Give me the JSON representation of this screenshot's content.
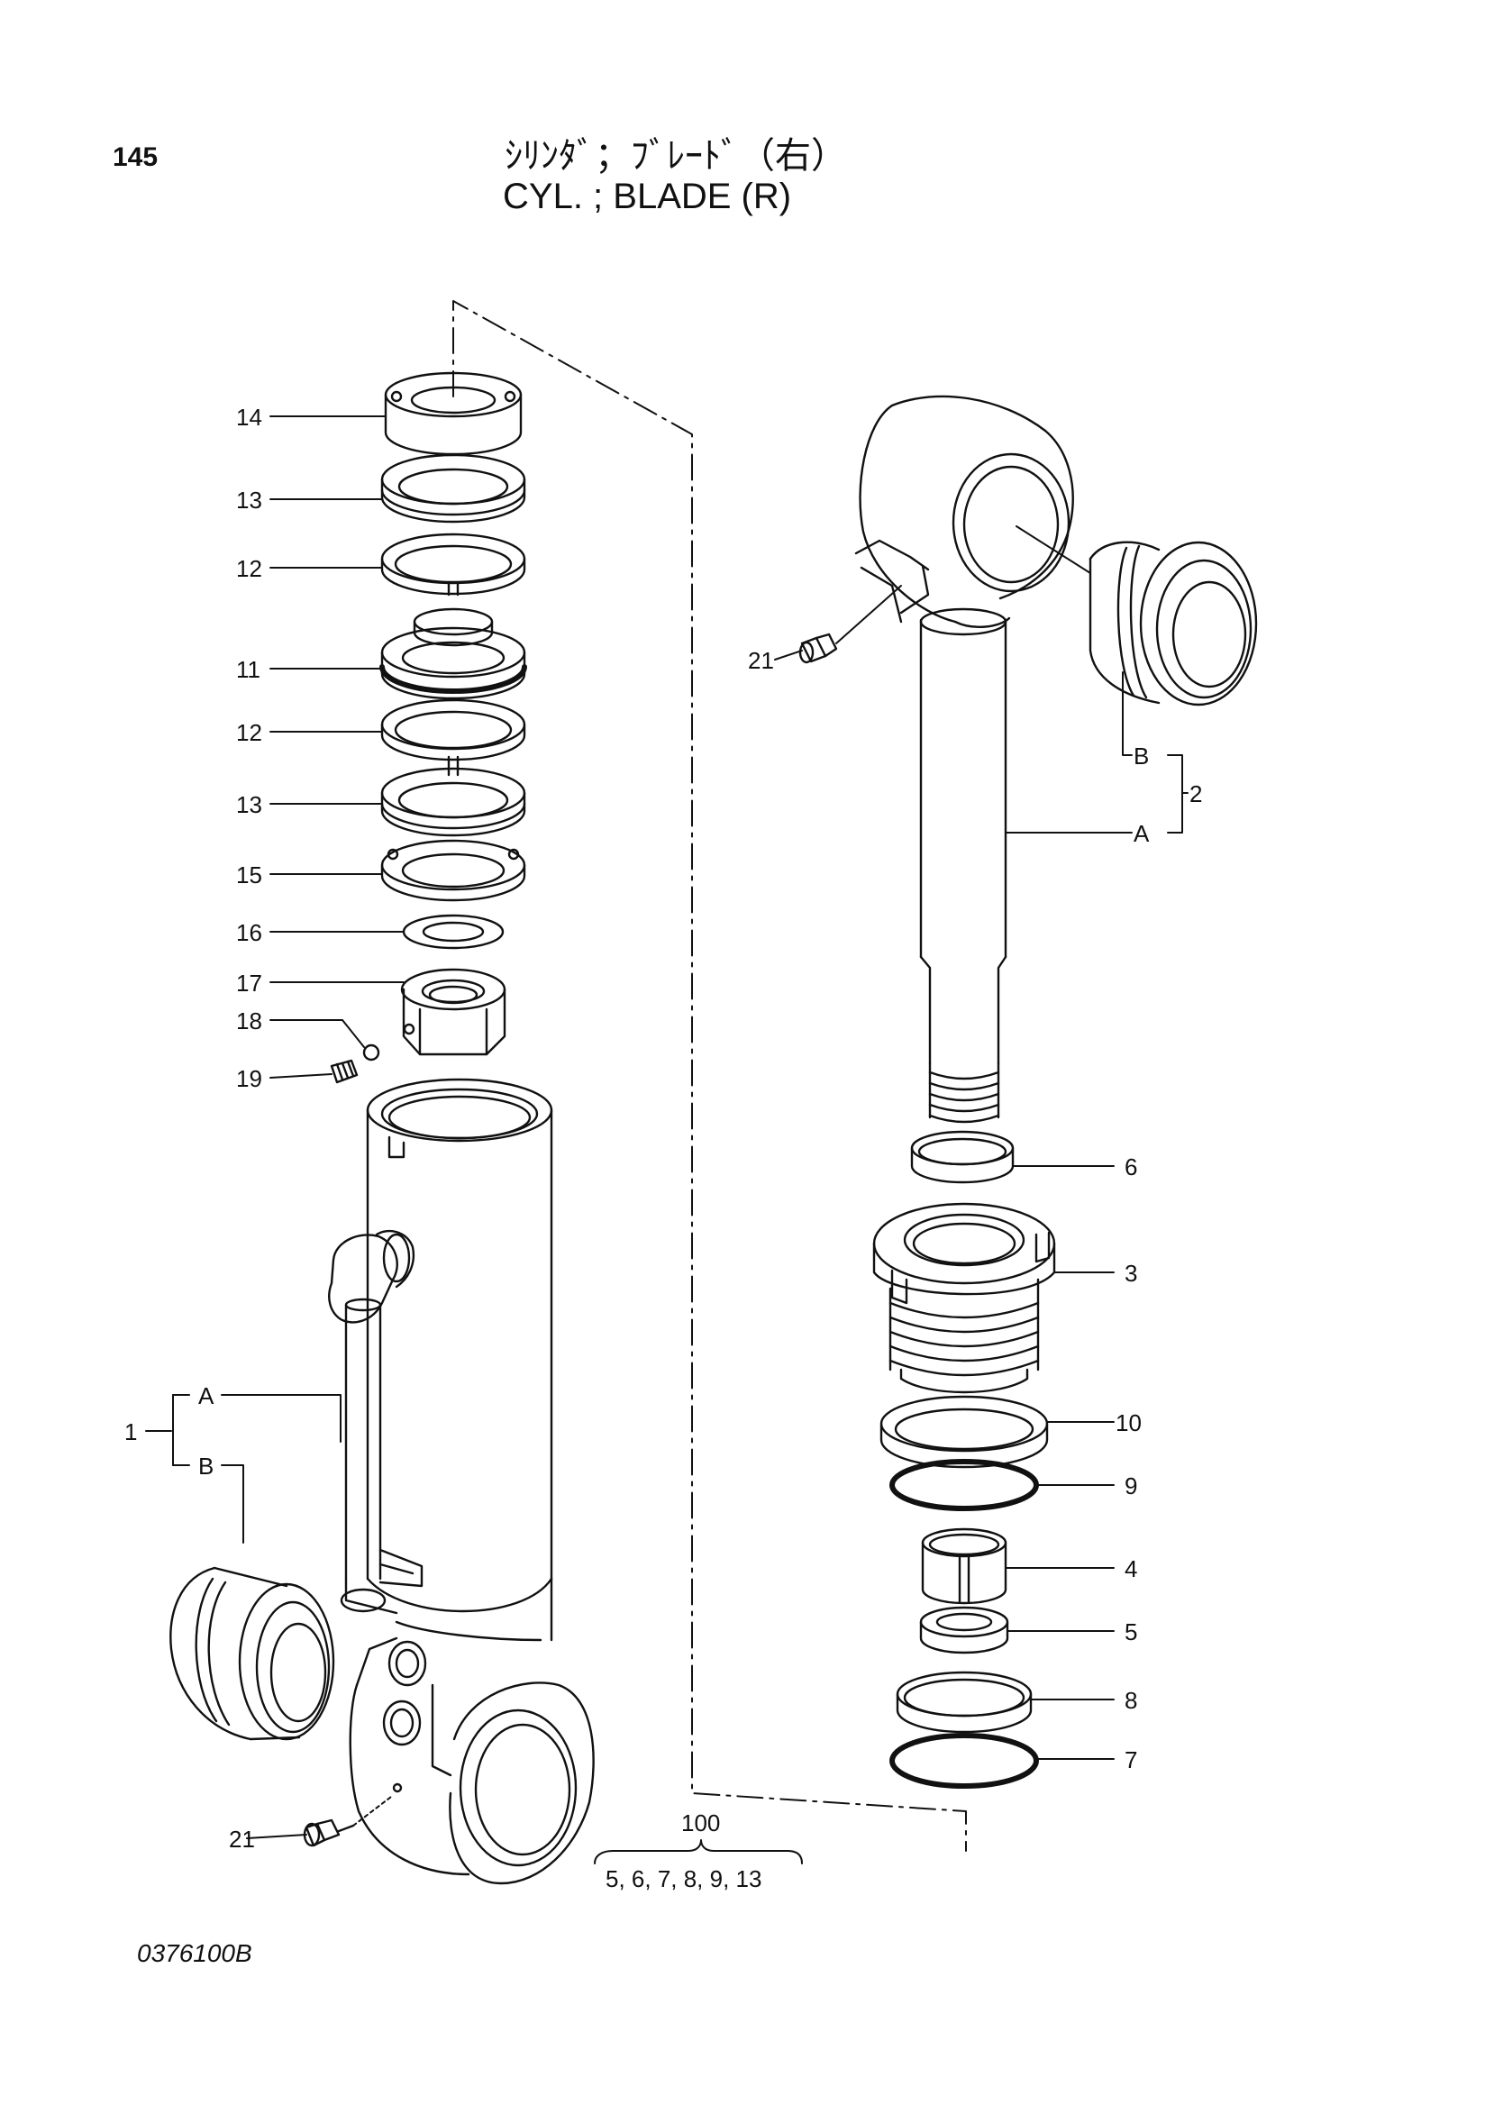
{
  "header": {
    "page_number": "145",
    "title_ja": "ｼﾘﾝﾀﾞ；ﾌﾞﾚｰﾄﾞ（右）",
    "title_en": "CYL. ; BLADE (R)"
  },
  "footer": {
    "doc_code": "0376100B"
  },
  "callouts": {
    "p14": "14",
    "p13a": "13",
    "p12a": "12",
    "p11": "11",
    "p12b": "12",
    "p13b": "13",
    "p15": "15",
    "p16": "16",
    "p17": "17",
    "p18": "18",
    "p19": "19",
    "p21a": "21",
    "p1": "1",
    "p1A": "A",
    "p1B": "B",
    "p21b": "21",
    "p2": "2",
    "p2A": "A",
    "p2B": "B",
    "p6": "6",
    "p3": "3",
    "p10": "10",
    "p9": "9",
    "p4": "4",
    "p5": "5",
    "p8": "8",
    "p7": "7"
  },
  "kit": {
    "number": "100",
    "contents": "5, 6, 7, 8, 9, 13"
  }
}
